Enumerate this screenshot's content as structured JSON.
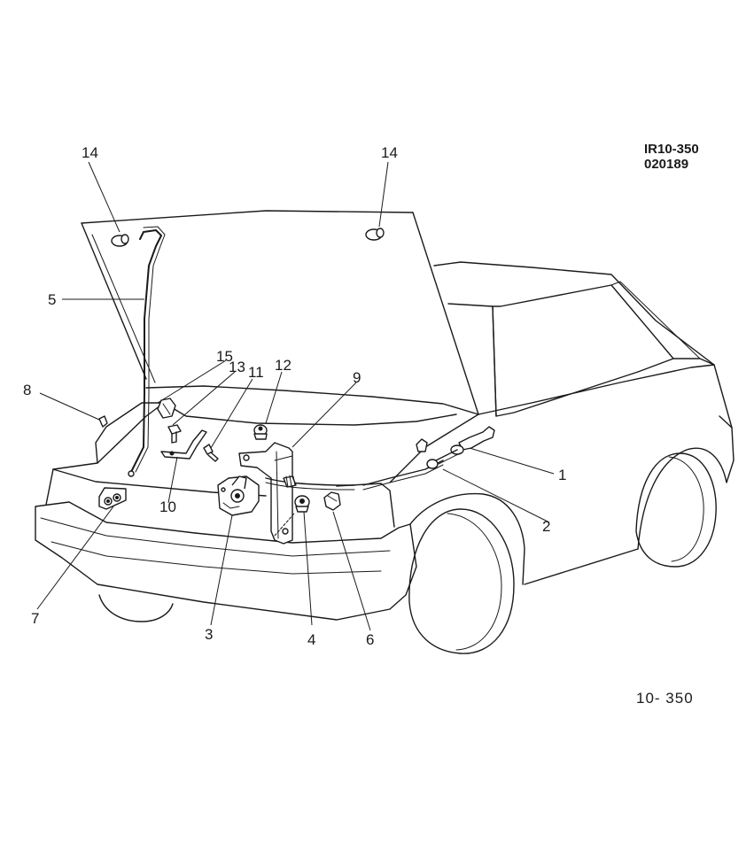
{
  "header": {
    "code_line1": "IR10-350",
    "code_line2": "020189"
  },
  "footer": {
    "reference": "10- 350"
  },
  "callouts": {
    "c1": "1",
    "c2": "2",
    "c3": "3",
    "c4": "4",
    "c5": "5",
    "c6": "6",
    "c7": "7",
    "c8": "8",
    "c9": "9",
    "c10": "10",
    "c11": "11",
    "c12": "12",
    "c13": "13",
    "c14a": "14",
    "c14b": "14",
    "c15": "15"
  }
}
